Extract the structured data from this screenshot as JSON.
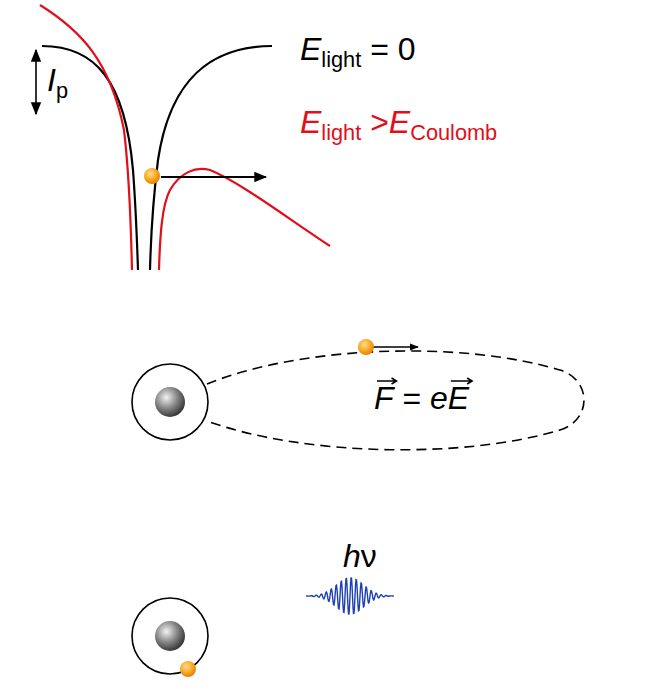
{
  "diagram": {
    "labels": [
      "Ip",
      "Elight = 0",
      "Elight >ECoulomb",
      "F = eE",
      "hν"
    ]
  }
}
